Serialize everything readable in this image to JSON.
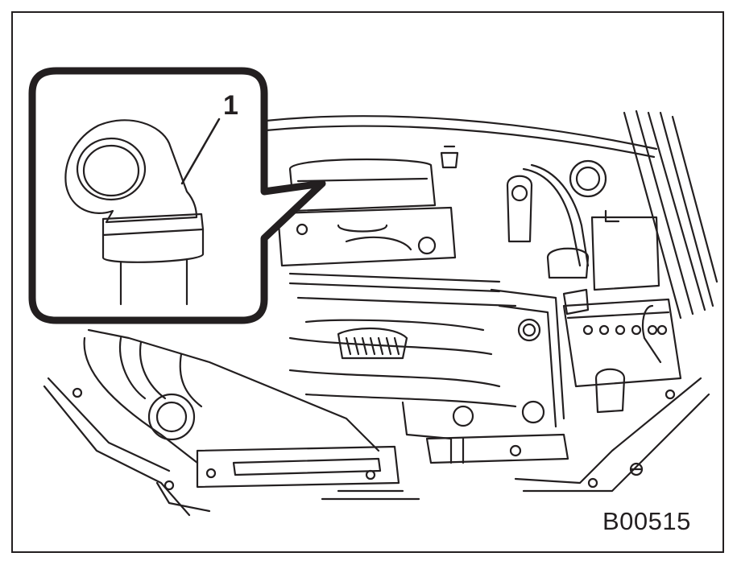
{
  "figure": {
    "callout_label": "1",
    "reference_code": "B00515"
  },
  "colors": {
    "ink": "#231f20",
    "background": "#ffffff"
  },
  "icons": [
    "inset-callout-frame",
    "engine-bay-illustration",
    "fuse-box-part-icon"
  ]
}
